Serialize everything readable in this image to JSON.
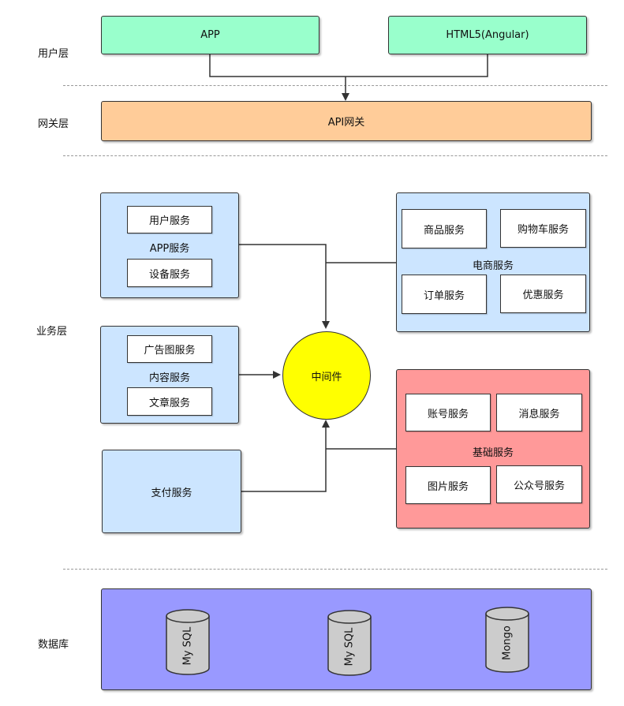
{
  "layers": {
    "user": "用户层",
    "gateway": "网关层",
    "business": "业务层",
    "database": "数据库"
  },
  "user_layer": {
    "app": "APP",
    "html5": "HTML5(Angular)"
  },
  "gateway_layer": {
    "api_gateway": "API网关"
  },
  "business_layer": {
    "app_service": {
      "label": "APP服务",
      "items": [
        "用户服务",
        "设备服务"
      ]
    },
    "content_service": {
      "label": "内容服务",
      "items": [
        "广告图服务",
        "文章服务"
      ]
    },
    "payment_service": "支付服务",
    "middleware": "中间件",
    "ecommerce_service": {
      "label": "电商服务",
      "items": [
        "商品服务",
        "购物车服务",
        "订单服务",
        "优惠服务"
      ]
    },
    "base_service": {
      "label": "基础服务",
      "items": [
        "账号服务",
        "消息服务",
        "图片服务",
        "公众号服务"
      ]
    }
  },
  "database_layer": {
    "databases": [
      "My SQL",
      "My SQL",
      "Mongo"
    ]
  },
  "colors": {
    "user_box": "#99ffcc",
    "gateway_box": "#ffcc99",
    "service_box": "#cce5ff",
    "base_service_box": "#ff9999",
    "database_box": "#9999ff",
    "middleware": "#ffff00",
    "cylinder": "#cccccc"
  }
}
